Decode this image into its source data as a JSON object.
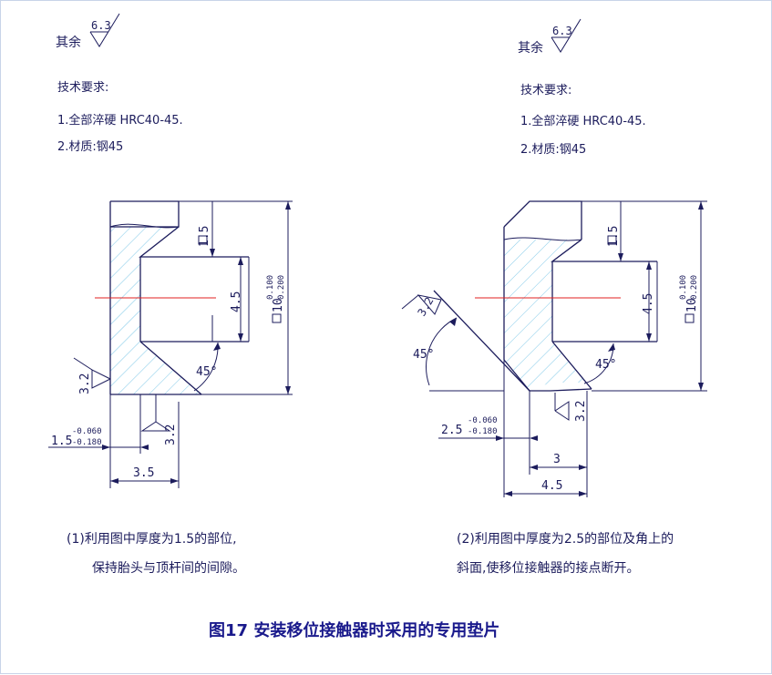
{
  "left": {
    "roughness_label": "其余",
    "roughness_value": "6.3",
    "tech_heading": "技术要求:",
    "req_1": "1.全部淬硬    HRC40-45.",
    "req_2": "2.材质:钢45",
    "dim_top": "1.5",
    "dim_mid": "4.5",
    "dim_total_prefix": "10",
    "dim_total_upper": "0.100",
    "dim_total_lower": "0.200",
    "angle": "45°",
    "rough_left": "3.2",
    "rough_bottom": "3.2",
    "dim_thick": "1.5",
    "dim_thick_upper": "-0.060",
    "dim_thick_lower": "-0.180",
    "dim_width": "3.5",
    "note_1": "(1)利用图中厚度为1.5的部位,",
    "note_2": "保持胎头与顶杆间的间隙。"
  },
  "right": {
    "roughness_label": "其余",
    "roughness_value": "6.3",
    "tech_heading": "技术要求:",
    "req_1": "1.全部淬硬    HRC40-45.",
    "req_2": "2.材质:钢45",
    "dim_top": "1.5",
    "dim_mid": "4.5",
    "dim_total_prefix": "10",
    "dim_total_upper": "0.100",
    "dim_total_lower": "0.200",
    "angle_left": "45°",
    "angle_right": "45°",
    "rough_slope": "3.2",
    "rough_bottom": "3.2",
    "dim_thick": "2.5",
    "dim_thick_upper": "-0.060",
    "dim_thick_lower": "-0.180",
    "dim_inner": "3",
    "dim_width": "4.5",
    "note_1": "(2)利用图中厚度为2.5的部位及角上的",
    "note_2": "斜面,使移位接触器的接点断开。"
  },
  "caption": "图17   安装移位接触器时采用的专用垫片"
}
